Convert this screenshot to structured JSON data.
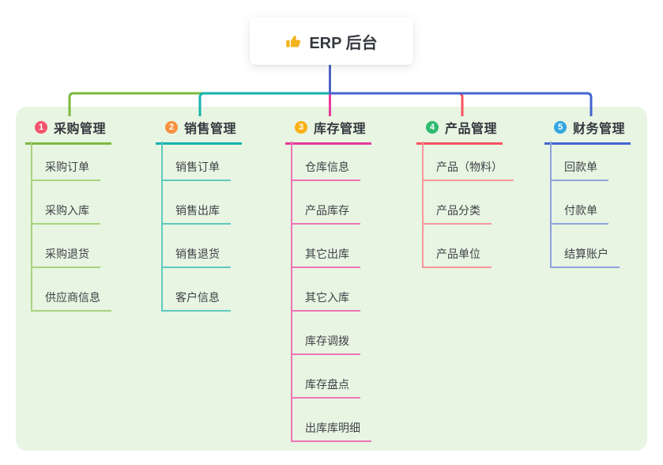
{
  "root": {
    "label": "ERP 后台",
    "icon": "thumbs-up-icon",
    "icon_color": "#f2b31d"
  },
  "canvas": {
    "background": "#ffffff",
    "panel_background": "#e7f5e2"
  },
  "trunk_color": "#5064c6",
  "branches": [
    {
      "index": "1",
      "label": "采购管理",
      "badge_color": "#f4546d",
      "line_color": "#7cb93f",
      "child_line_color": "#a9d37f",
      "children": [
        "采购订单",
        "采购入库",
        "采购退货",
        "供应商信息"
      ]
    },
    {
      "index": "2",
      "label": "销售管理",
      "badge_color": "#f7903e",
      "line_color": "#16b3ab",
      "child_line_color": "#5fc9c0",
      "children": [
        "销售订单",
        "销售出库",
        "销售退货",
        "客户信息"
      ]
    },
    {
      "index": "3",
      "label": "库存管理",
      "badge_color": "#fbb013",
      "line_color": "#e6399b",
      "child_line_color": "#ef74b8",
      "children": [
        "仓库信息",
        "产品库存",
        "其它出库",
        "其它入库",
        "库存调拨",
        "库存盘点",
        "出库库明细"
      ]
    },
    {
      "index": "4",
      "label": "产品管理",
      "badge_color": "#2fbb71",
      "line_color": "#f9525f",
      "child_line_color": "#f8979c",
      "children": [
        "产品（物料）",
        "产品分类",
        "产品单位"
      ]
    },
    {
      "index": "5",
      "label": "财务管理",
      "badge_color": "#32a6e0",
      "line_color": "#4465d0",
      "child_line_color": "#8fa2dc",
      "children": [
        "回款单",
        "付款单",
        "结算账户"
      ]
    }
  ]
}
